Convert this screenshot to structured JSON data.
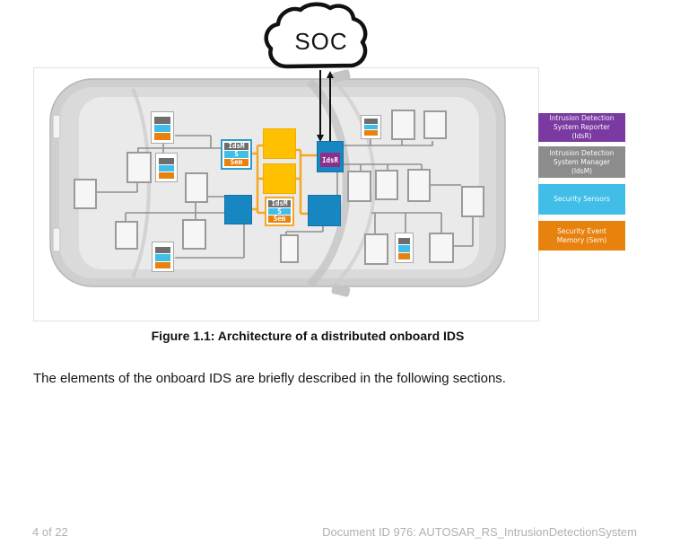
{
  "document": {
    "caption": "Figure 1.1: Architecture of a distributed onboard IDS",
    "body_text": "The elements of the onboard IDS are briefly described in the following sections.",
    "footer": {
      "page_indicator": "4 of 22",
      "doc_id": "Document ID 976: AUTOSAR_RS_IntrusionDetectionSystem"
    }
  },
  "diagram": {
    "cloud_label": "SOC",
    "idsr_label": "IdsR",
    "idsm_stack_rows": [
      "IdsM",
      "S",
      "Sem"
    ]
  },
  "legend": {
    "items": [
      {
        "id": "idsr",
        "label": "Intrusion Detection\nSystem Reporter\n(IdsR)",
        "color": "#7a3aa2"
      },
      {
        "id": "idsm",
        "label": "Intrusion Detection\nSystem Manager\n(IdsM)",
        "color": "#8c8c8c"
      },
      {
        "id": "sensors",
        "label": "Security Sensors",
        "color": "#41bee8"
      },
      {
        "id": "sem",
        "label": "Security Event\nMemory (Sem)",
        "color": "#e8820f"
      }
    ]
  },
  "colors": {
    "accent-blue": "#1787c2",
    "accent-cyan": "#41bee8",
    "accent-orange": "#e8820f",
    "accent-yellow": "#ffc000",
    "accent-gray": "#6e6e6e",
    "idsr-purple": "#8c2e8c",
    "connector-gray": "#8f8f8f",
    "connector-yellow": "#f5a623",
    "footer-gray": "#b0b0b0"
  }
}
